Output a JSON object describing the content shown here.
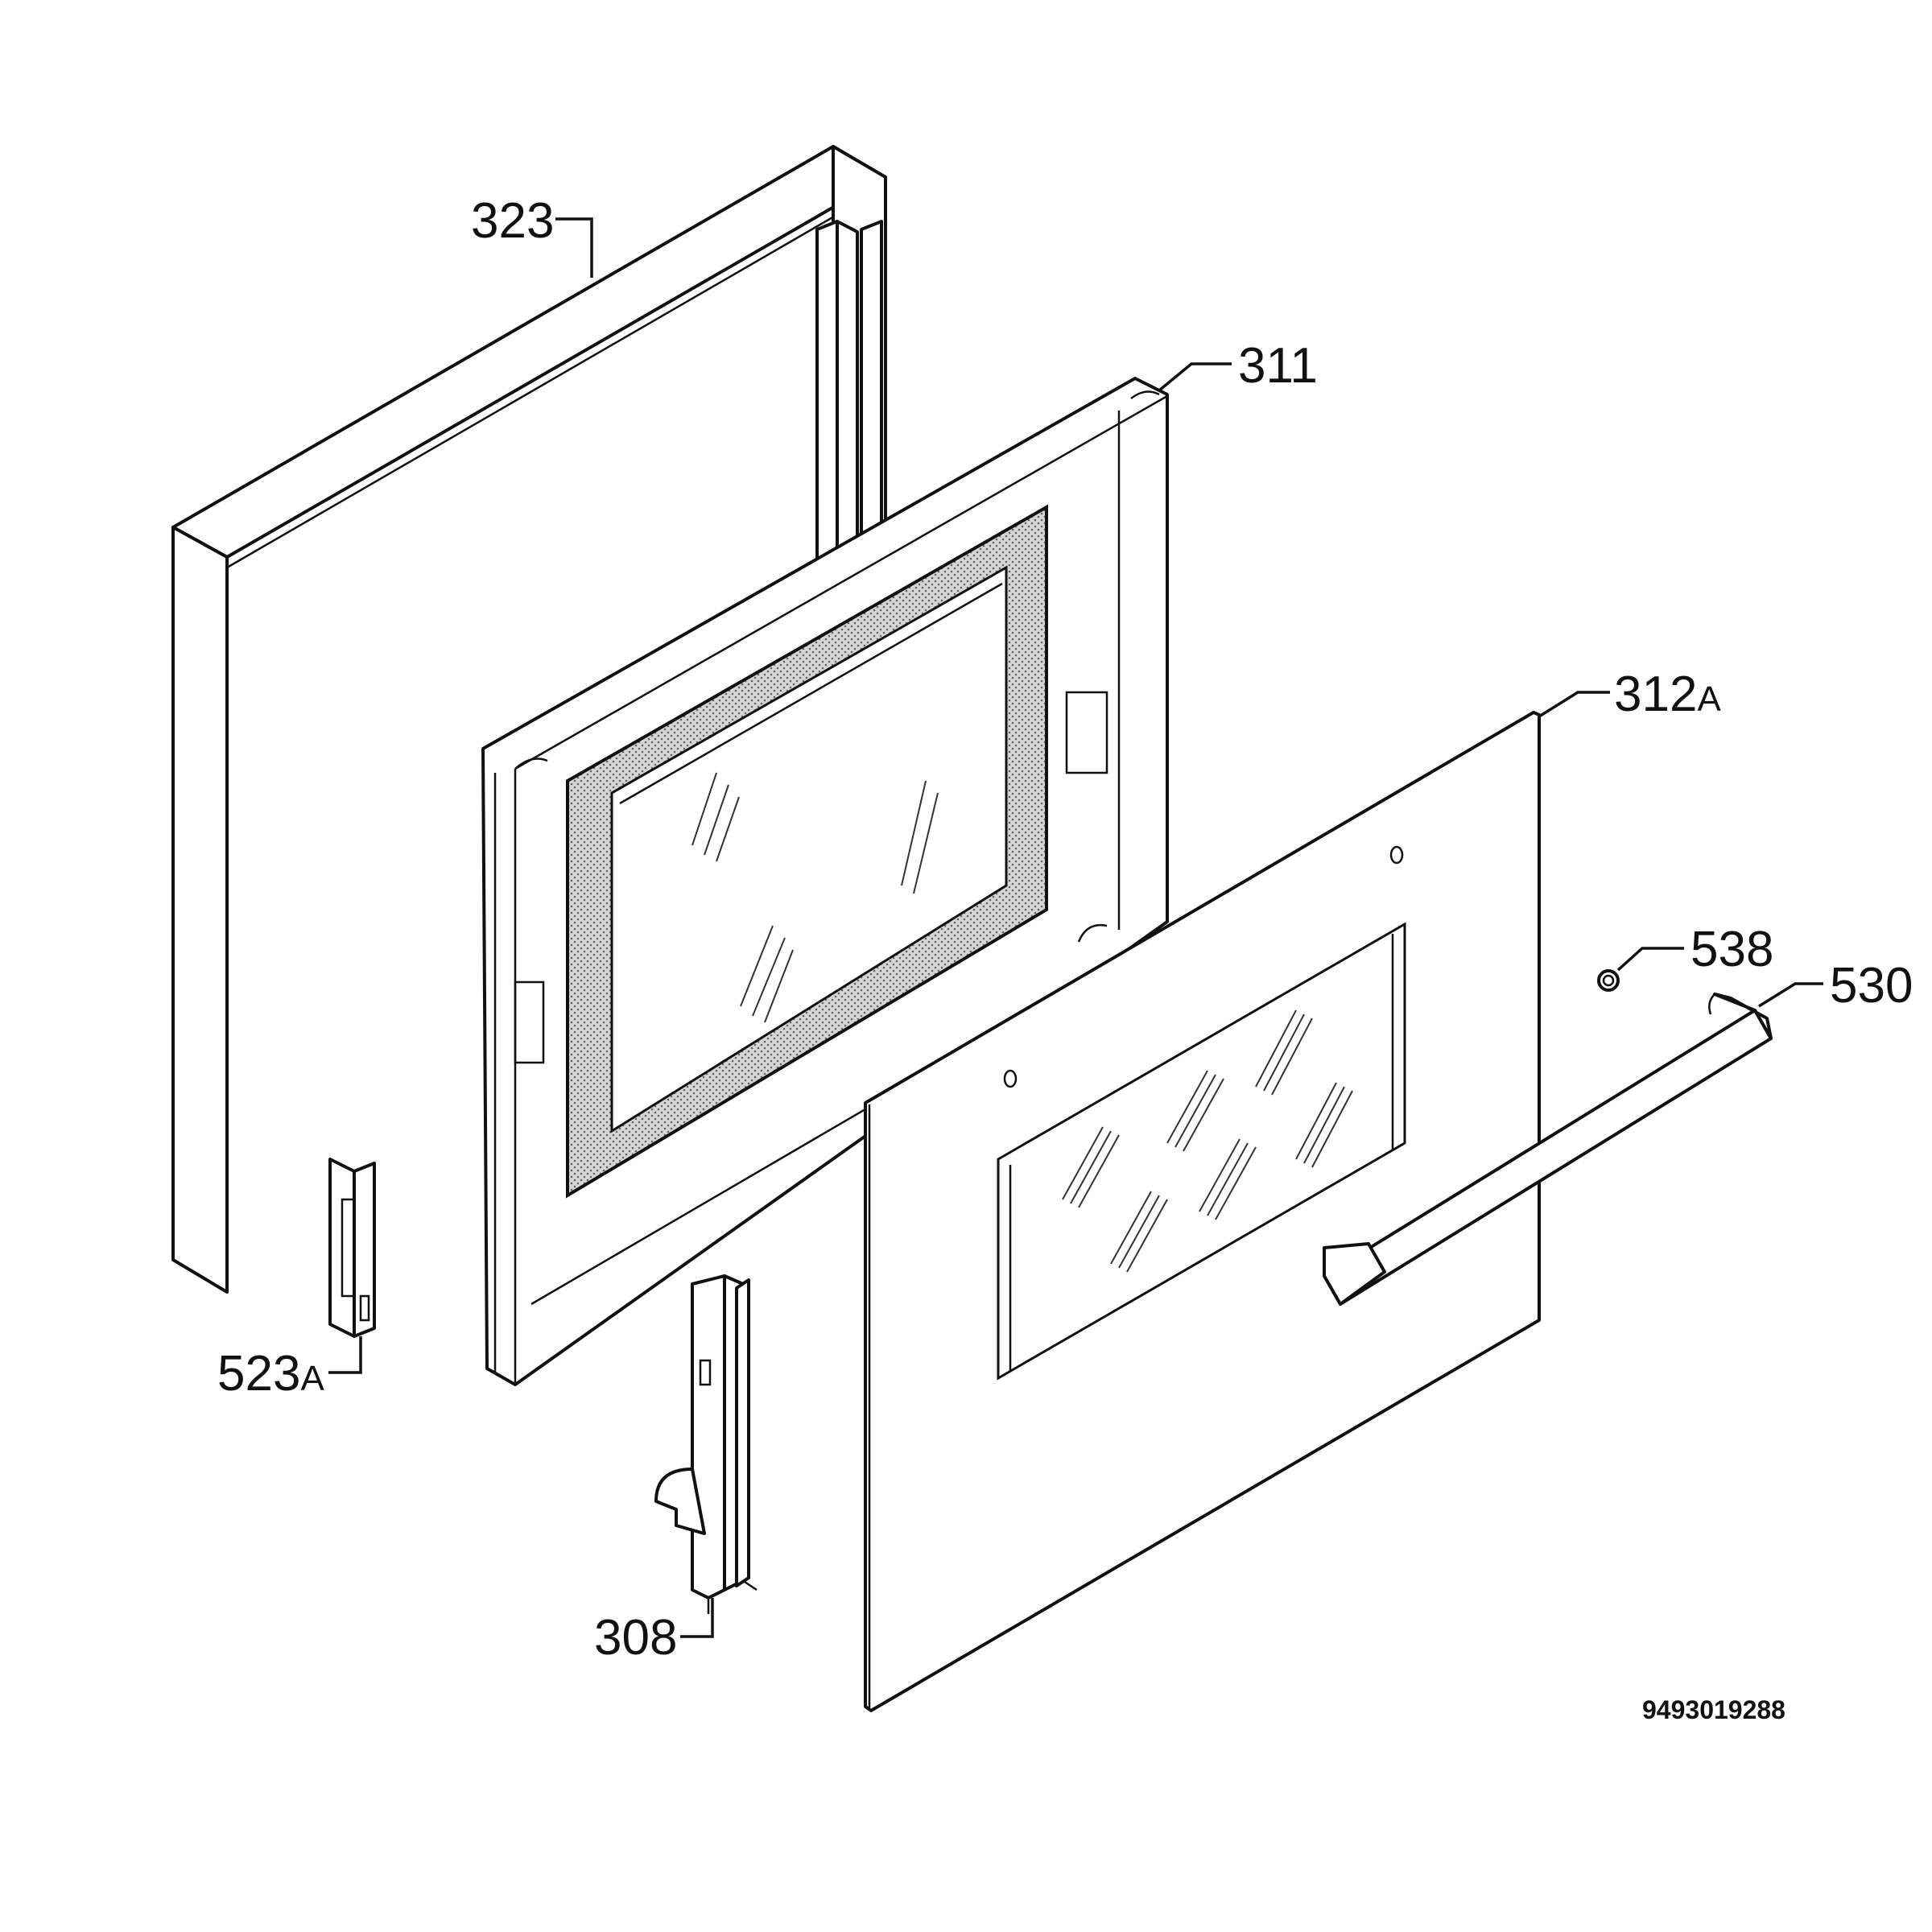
{
  "labels": {
    "p323": "323",
    "p311": "311",
    "p312": "312",
    "p312_suffix": "A",
    "p538": "538",
    "p530": "530",
    "p523": "523",
    "p523_suffix": "A",
    "p308": "308"
  },
  "document_number": "9493019288"
}
